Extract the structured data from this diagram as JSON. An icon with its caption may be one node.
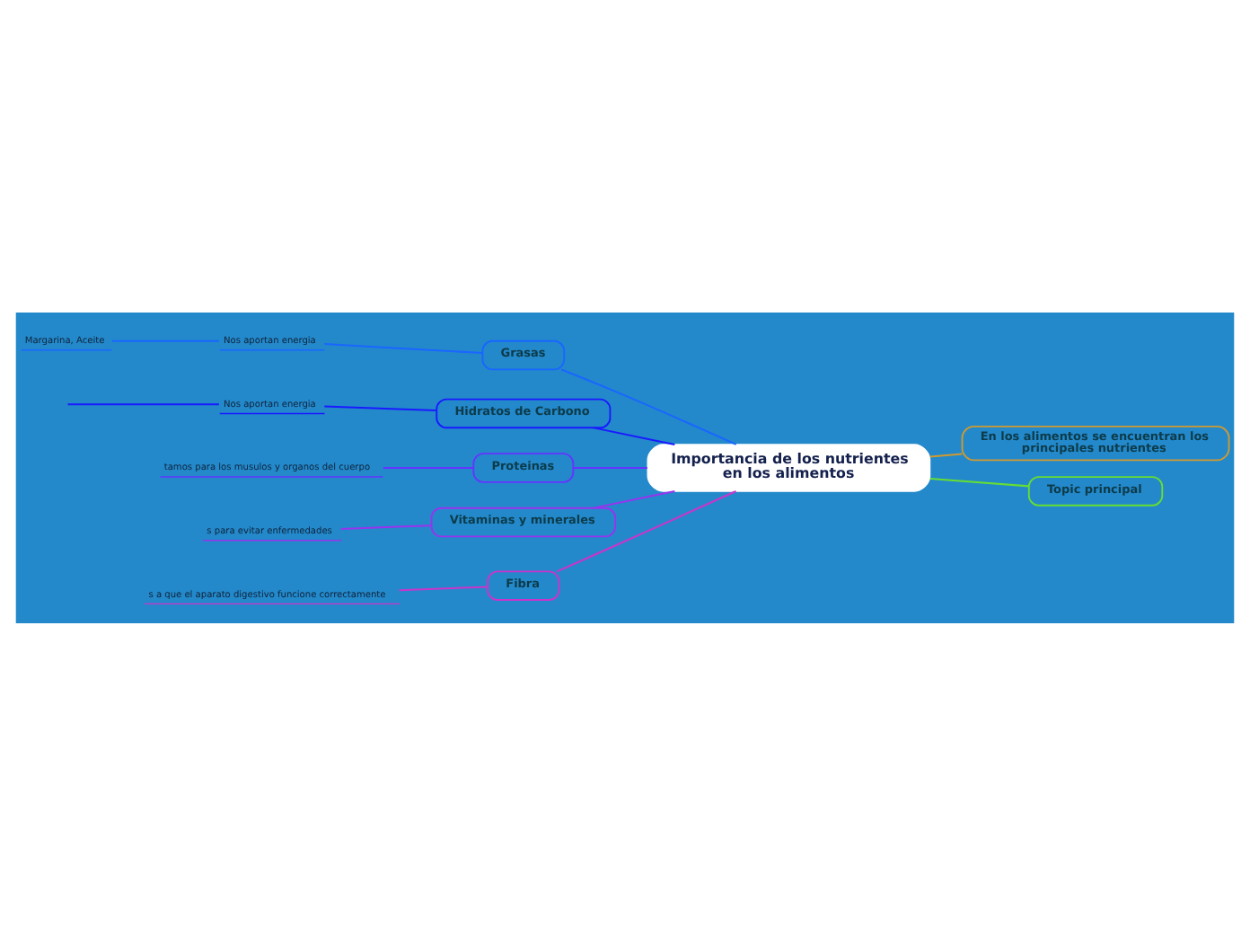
{
  "diagram": {
    "nodes": [
      {
        "text": [
          "Importancia de los nutrientes en los alimentos"
        ]
      },
      {
        "text": [
          "Grasas"
        ]
      },
      {
        "text": [
          "Nos aportan energia"
        ]
      },
      {
        "text": [
          "Margarina, Aceite"
        ]
      },
      {
        "text": [
          "Hidratos de Carbono"
        ]
      },
      {
        "text": [
          "Nos aportan energia"
        ]
      },
      {
        "text": [
          "Proteinas"
        ]
      },
      {
        "text": [
          "tamos para los musulos y organos del cuerpo"
        ]
      },
      {
        "text": [
          "Vitaminas y minerales"
        ]
      },
      {
        "text": [
          "s para evitar enfermedades"
        ]
      },
      {
        "text": [
          "Fibra"
        ]
      },
      {
        "text": [
          "s a que el aparato digestivo funcione correctamente"
        ]
      },
      {
        "text": [
          "En los alimentos se encuentran los principales nutrientes"
        ]
      },
      {
        "text": [
          "Topic principal"
        ]
      }
    ],
    "edges": [
      {
        "from": 1,
        "to": 0,
        "arrow": "none",
        "color": "#1a66ff"
      },
      {
        "from": 2,
        "to": 1,
        "arrow": "none",
        "color": "#1a66ff"
      },
      {
        "from": 3,
        "to": 2,
        "arrow": "none",
        "color": "#1a66ff"
      },
      {
        "from": 4,
        "to": 0,
        "arrow": "none",
        "color": "#1a1aff"
      },
      {
        "from": 5,
        "to": 4,
        "arrow": "none",
        "color": "#1a1aff"
      },
      {
        "from": null,
        "to": 5,
        "arrow": "none",
        "color": "#1a1aff"
      },
      {
        "from": 6,
        "to": 0,
        "arrow": "none",
        "color": "#6633ff"
      },
      {
        "from": 7,
        "to": 6,
        "arrow": "none",
        "color": "#6633ff"
      },
      {
        "from": 8,
        "to": 0,
        "arrow": "none",
        "color": "#9933ee"
      },
      {
        "from": 9,
        "to": 8,
        "arrow": "none",
        "color": "#9933ee"
      },
      {
        "from": 10,
        "to": 0,
        "arrow": "none",
        "color": "#cc33cc"
      },
      {
        "from": 11,
        "to": 10,
        "arrow": "none",
        "color": "#cc33cc"
      },
      {
        "from": 0,
        "to": 12,
        "arrow": "none",
        "color": "#d09a30"
      },
      {
        "from": 0,
        "to": 13,
        "arrow": "none",
        "color": "#66dd33"
      }
    ]
  }
}
